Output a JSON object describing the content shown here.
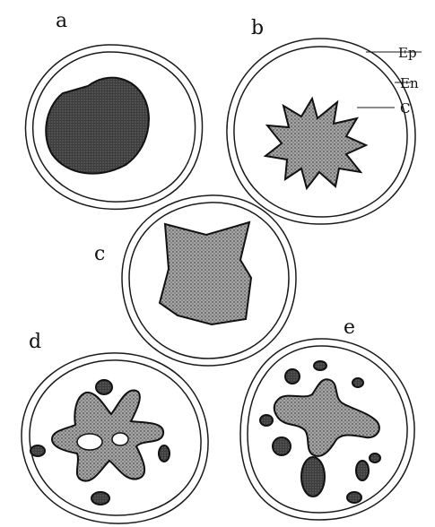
{
  "panels": {
    "a": {
      "label": "a"
    },
    "b": {
      "label": "b"
    },
    "c": {
      "label": "c"
    },
    "d": {
      "label": "d"
    },
    "e": {
      "label": "e"
    }
  },
  "callouts": {
    "ep": "Ep",
    "en": "En",
    "c": "C"
  },
  "colors": {
    "dark_fill": "#3a3a3a",
    "stipple_fill": "#8f8f8f",
    "line": "#1a1a1a",
    "background": "#ffffff"
  }
}
